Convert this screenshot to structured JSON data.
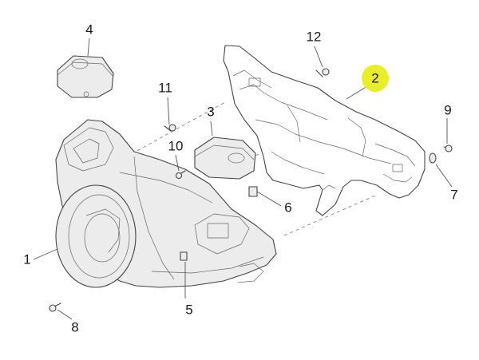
{
  "diagram": {
    "parts": [
      {
        "id": "part-1",
        "label": "1"
      },
      {
        "id": "part-2",
        "label": "2"
      },
      {
        "id": "part-3",
        "label": "3"
      },
      {
        "id": "part-4",
        "label": "4"
      },
      {
        "id": "part-5",
        "label": "5"
      },
      {
        "id": "part-6",
        "label": "6"
      },
      {
        "id": "part-7",
        "label": "7"
      },
      {
        "id": "part-8",
        "label": "8"
      },
      {
        "id": "part-9",
        "label": "9"
      },
      {
        "id": "part-10",
        "label": "10"
      },
      {
        "id": "part-11",
        "label": "11"
      },
      {
        "id": "part-12",
        "label": "12"
      }
    ],
    "highlight_part": "2",
    "colors": {
      "highlight": "#e6f400",
      "highlight_circle": "#e8ef2a",
      "line": "#444444",
      "part_fill": "#ececec"
    }
  }
}
